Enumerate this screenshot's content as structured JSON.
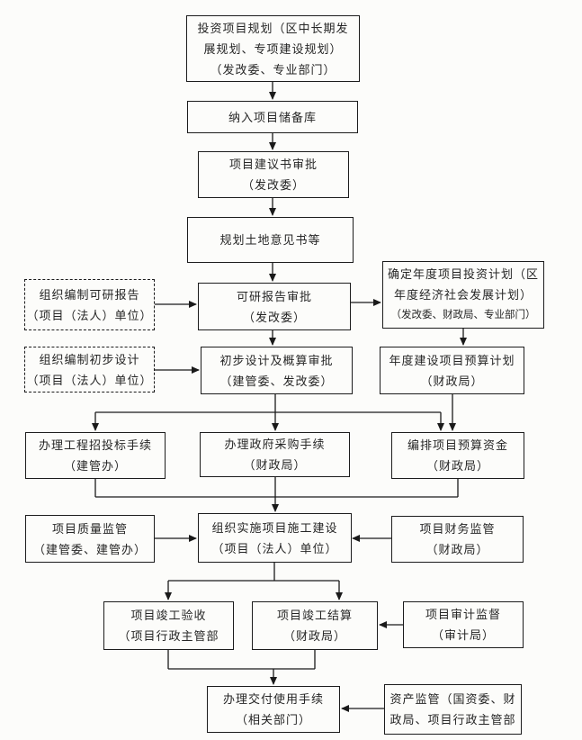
{
  "page": {
    "background": "#fcfcfa",
    "line_color": "#1a1a1a",
    "text_color": "#262626"
  },
  "nodes": {
    "planning": {
      "lines": [
        "投资项目规划（区中长期发",
        "展规划、专项建设规划）",
        "（发改委、专业部门）"
      ]
    },
    "reserve": {
      "lines": [
        "纳入项目储备库"
      ]
    },
    "proposal": {
      "lines": [
        "项目建议书审批",
        "（发改委）"
      ]
    },
    "land_opinion": {
      "lines": [
        "规划土地意见书等"
      ]
    },
    "feasibility_approval": {
      "lines": [
        "可研报告审批",
        "（发改委）"
      ]
    },
    "prepare_feasibility": {
      "lines": [
        "组织编制可研报告",
        "（项目（法人）单位）"
      ]
    },
    "prepare_design": {
      "lines": [
        "组织编制初步设计",
        "（项目（法人）单位）"
      ]
    },
    "annual_investment_plan": {
      "lines": [
        "确定年度项目投资计划（区",
        "年度经济社会发展计划）",
        "（发改委、财政局、专业部门）"
      ]
    },
    "annual_budget_plan": {
      "lines": [
        "年度建设项目预算计划",
        "（财政局）"
      ]
    },
    "design_approval": {
      "lines": [
        "初步设计及概算审批",
        "（建管委、发改委）"
      ]
    },
    "bidding": {
      "lines": [
        "办理工程招投标手续",
        "（建管办）"
      ]
    },
    "procurement": {
      "lines": [
        "办理政府采购手续",
        "（财政局）"
      ]
    },
    "budget_funds": {
      "lines": [
        "编排项目预算资金",
        "（财政局）"
      ]
    },
    "quality_supervision": {
      "lines": [
        "项目质量监管",
        "（建管委、建管办）"
      ]
    },
    "construction": {
      "lines": [
        "组织实施项目施工建设",
        "（项目（法人）单位）"
      ]
    },
    "financial_supervision": {
      "lines": [
        "项目财务监管",
        "（财政局）"
      ]
    },
    "completion_acceptance": {
      "lines": [
        "项目竣工验收",
        "（项目行政主管部"
      ]
    },
    "completion_settlement": {
      "lines": [
        "项目竣工结算",
        "（财政局）"
      ]
    },
    "audit_supervision": {
      "lines": [
        "项目审计监督",
        "（审计局）"
      ]
    },
    "handover": {
      "lines": [
        "办理交付使用手续",
        "（相关部门）"
      ]
    },
    "asset_supervision": {
      "lines": [
        "资产监管（国资委、财",
        "政局、项目行政主管部"
      ]
    }
  }
}
